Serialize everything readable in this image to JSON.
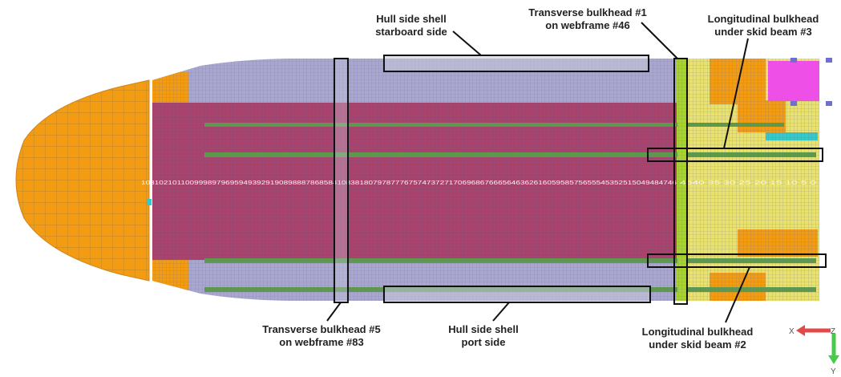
{
  "labels": {
    "hull_starboard": [
      "Hull side shell",
      "starboard side"
    ],
    "transverse_1": [
      "Transverse bulkhead #1",
      "on webframe #46"
    ],
    "longitudinal_3": [
      "Longitudinal bulkhead",
      "under skid beam #3"
    ],
    "transverse_5": [
      "Transverse bulkhead #5",
      "on webframe #83"
    ],
    "hull_port": [
      "Hull side shell",
      "port side"
    ],
    "longitudinal_2": [
      "Longitudinal bulkhead",
      "under skid beam #2"
    ]
  },
  "frame_numbers": "103102101100999897969594939291908988878685841083818079787776757473727170696867666564636261605958575655545352515049484746",
  "frame_numbers_right": "4540 35 30 25 20 15 10 5 0",
  "axes": {
    "x": "X",
    "y": "Y",
    "z": "Z"
  },
  "colors": {
    "orange": "#f39c12",
    "lavender": "#a9a7cf",
    "magenta": "#a8416b",
    "green": "#5b9b4a",
    "yellow": "#e9e26e",
    "lime": "#a8d626",
    "pink": "#ee4fe6",
    "cyan": "#35c9c9",
    "grid": "#7f7f9a"
  }
}
